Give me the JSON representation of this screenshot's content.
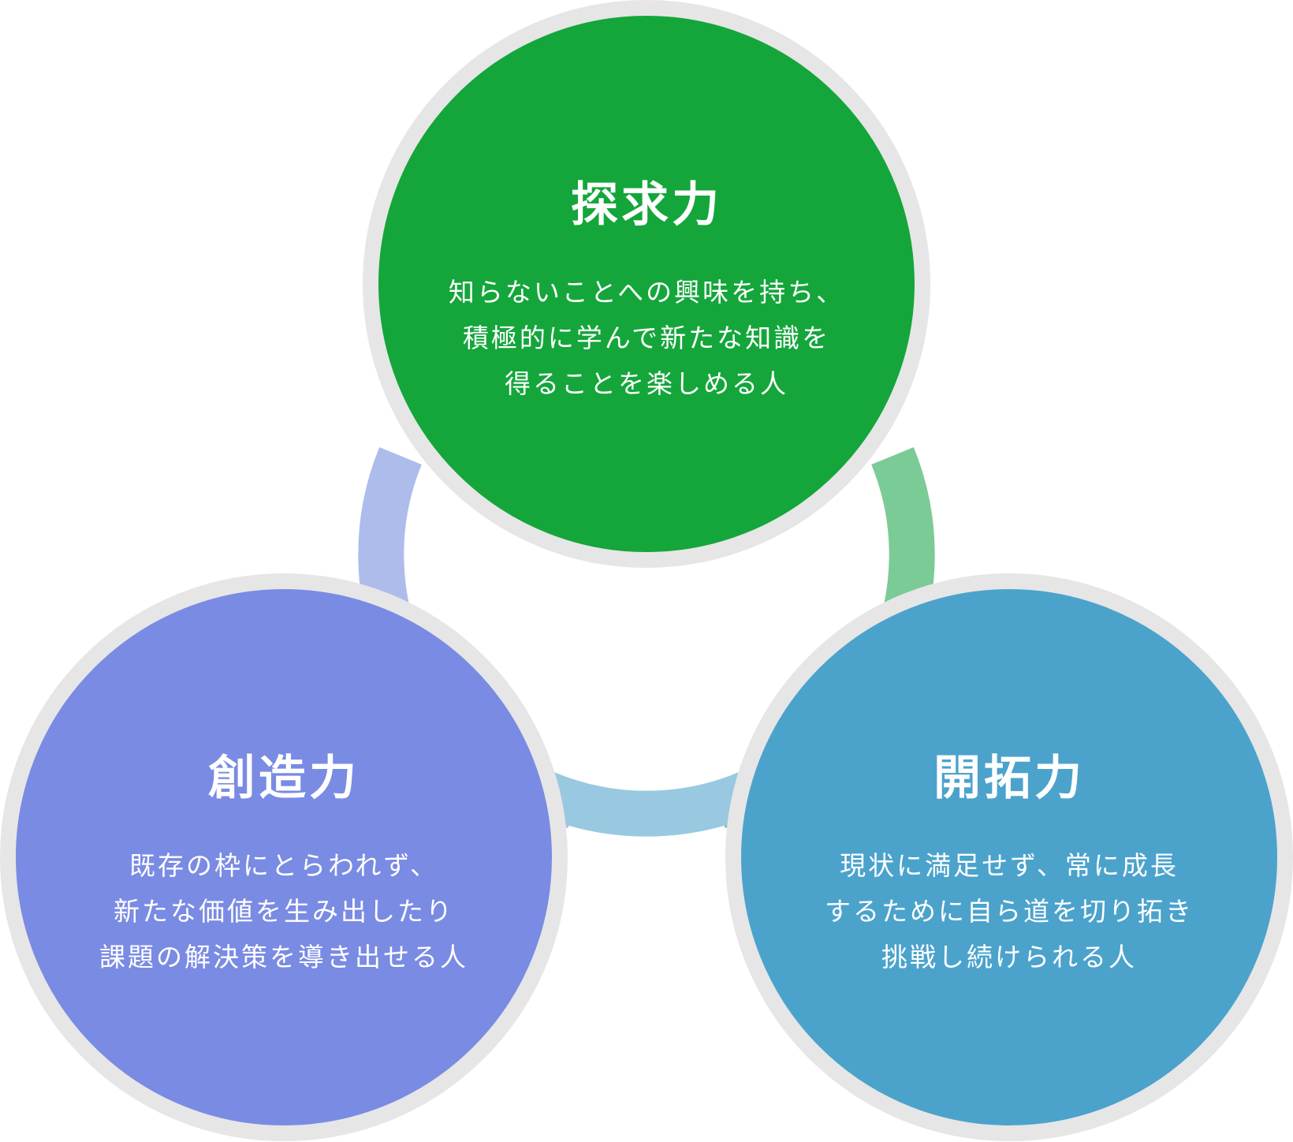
{
  "colors": {
    "ring_border": "#e6e6e6",
    "arc_left": "#aebcec",
    "arc_right": "#7bcb97",
    "arc_bottom": "#98c9e0"
  },
  "nodes": [
    {
      "id": "tankyu",
      "title": "探求力",
      "lines": [
        "知らないことへの興味を持ち、",
        "積極的に学んで新たな知識を",
        "得ることを楽しめる人"
      ],
      "color": "#14a63b"
    },
    {
      "id": "souzou",
      "title": "創造力",
      "lines": [
        "既存の枠にとらわれず、",
        "新たな価値を生み出したり",
        "課題の解決策を導き出せる人"
      ],
      "color": "#7a8be3"
    },
    {
      "id": "kaitaku",
      "title": "開拓力",
      "lines": [
        "現状に満足せず、常に成長",
        "するために自ら道を切り拓き",
        "挑戦し続けられる人"
      ],
      "color": "#4ba3cc"
    }
  ]
}
